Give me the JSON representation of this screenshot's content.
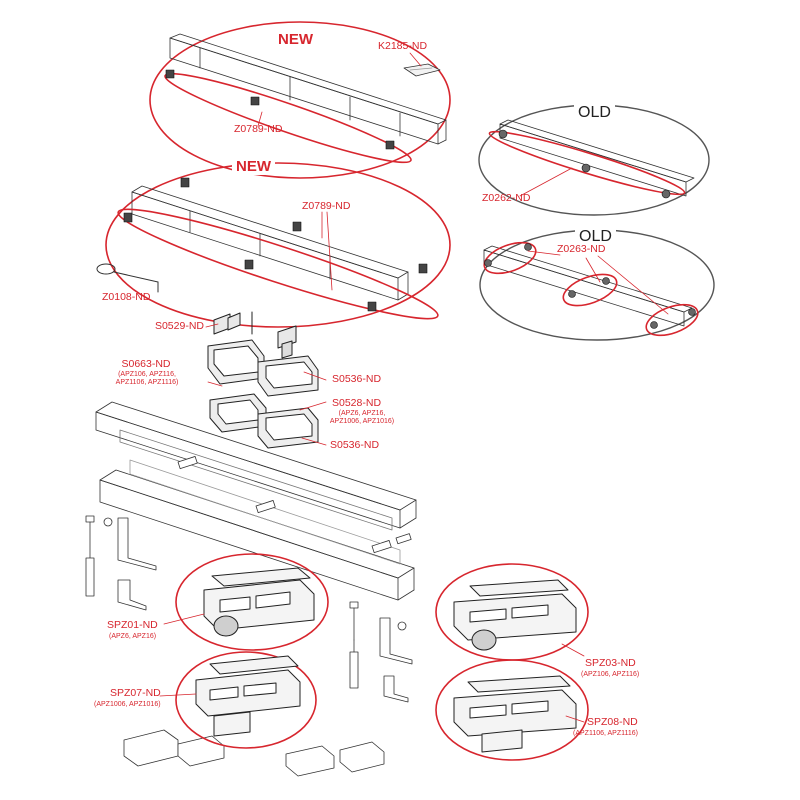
{
  "tags": {
    "new_top": "NEW",
    "new_mid": "NEW",
    "old_top": "OLD",
    "old_mid": "OLD"
  },
  "parts": {
    "k2185": "K2185-ND",
    "z0789_top": "Z0789-ND",
    "z0789_mid": "Z0789-ND",
    "z0262": "Z0262-ND",
    "z0263": "Z0263-ND",
    "z0108": "Z0108-ND",
    "s0529": "S0529-ND",
    "s0663": "S0663-ND",
    "s0663_note": "(APZ106, APZ116,\nAPZ1106, APZ1116)",
    "s0536_a": "S0536-ND",
    "s0528": "S0528-ND",
    "s0528_note": "(APZ6, APZ16,\nAPZ1006, APZ1016)",
    "s0536_b": "S0536-ND",
    "spz01": "SPZ01-ND",
    "spz01_note": "(APZ6, APZ16)",
    "spz07": "SPZ07-ND",
    "spz07_note": "(APZ1006, APZ1016)",
    "spz03": "SPZ03-ND",
    "spz03_note": "(APZ106, APZ116)",
    "spz08": "SPZ08-ND",
    "spz08_note": "(APZ1106, APZ1116)"
  },
  "colors": {
    "accent": "#d7262e",
    "line": "#2a2a2a",
    "old_ring": "#555555"
  }
}
